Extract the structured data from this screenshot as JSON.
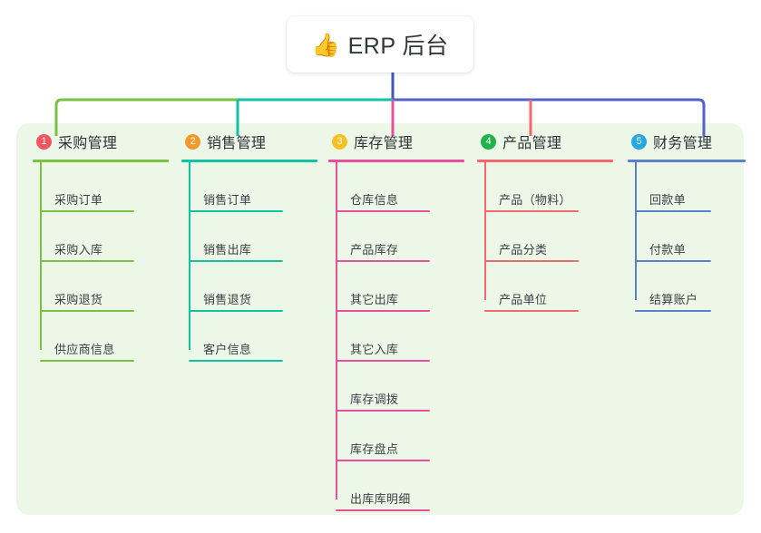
{
  "title": {
    "icon": "thumbs-up-emoji",
    "emoji": "👍",
    "text": "ERP 后台"
  },
  "colors": {
    "panel_background": "#edf7e8",
    "page_background": "#ffffff",
    "title_text": "#32373c",
    "trunk": "#4156c0",
    "bus_left": "#7ac143",
    "bus_mid": "#12c2a0",
    "bus_right": "#5561c9"
  },
  "columns": [
    {
      "index": "1",
      "title": "采购管理",
      "badge_color": "#f0565f",
      "line_color": "#7ac143",
      "items": [
        "采购订单",
        "采购入库",
        "采购退货",
        "供应商信息"
      ]
    },
    {
      "index": "2",
      "title": "销售管理",
      "badge_color": "#f49a2b",
      "line_color": "#12c2a0",
      "items": [
        "销售订单",
        "销售出库",
        "销售退货",
        "客户信息"
      ]
    },
    {
      "index": "3",
      "title": "库存管理",
      "badge_color": "#f5c125",
      "line_color": "#ea4f9b",
      "items": [
        "仓库信息",
        "产品库存",
        "其它出库",
        "其它入库",
        "库存调拨",
        "库存盘点",
        "出库库明细"
      ]
    },
    {
      "index": "4",
      "title": "产品管理",
      "badge_color": "#22b14c",
      "line_color": "#f4676d",
      "items": [
        "产品（物料）",
        "产品分类",
        "产品单位"
      ]
    },
    {
      "index": "5",
      "title": "财务管理",
      "badge_color": "#23a8e0",
      "line_color": "#5b82c8",
      "items": [
        "回款单",
        "付款单",
        "结算账户"
      ]
    }
  ]
}
